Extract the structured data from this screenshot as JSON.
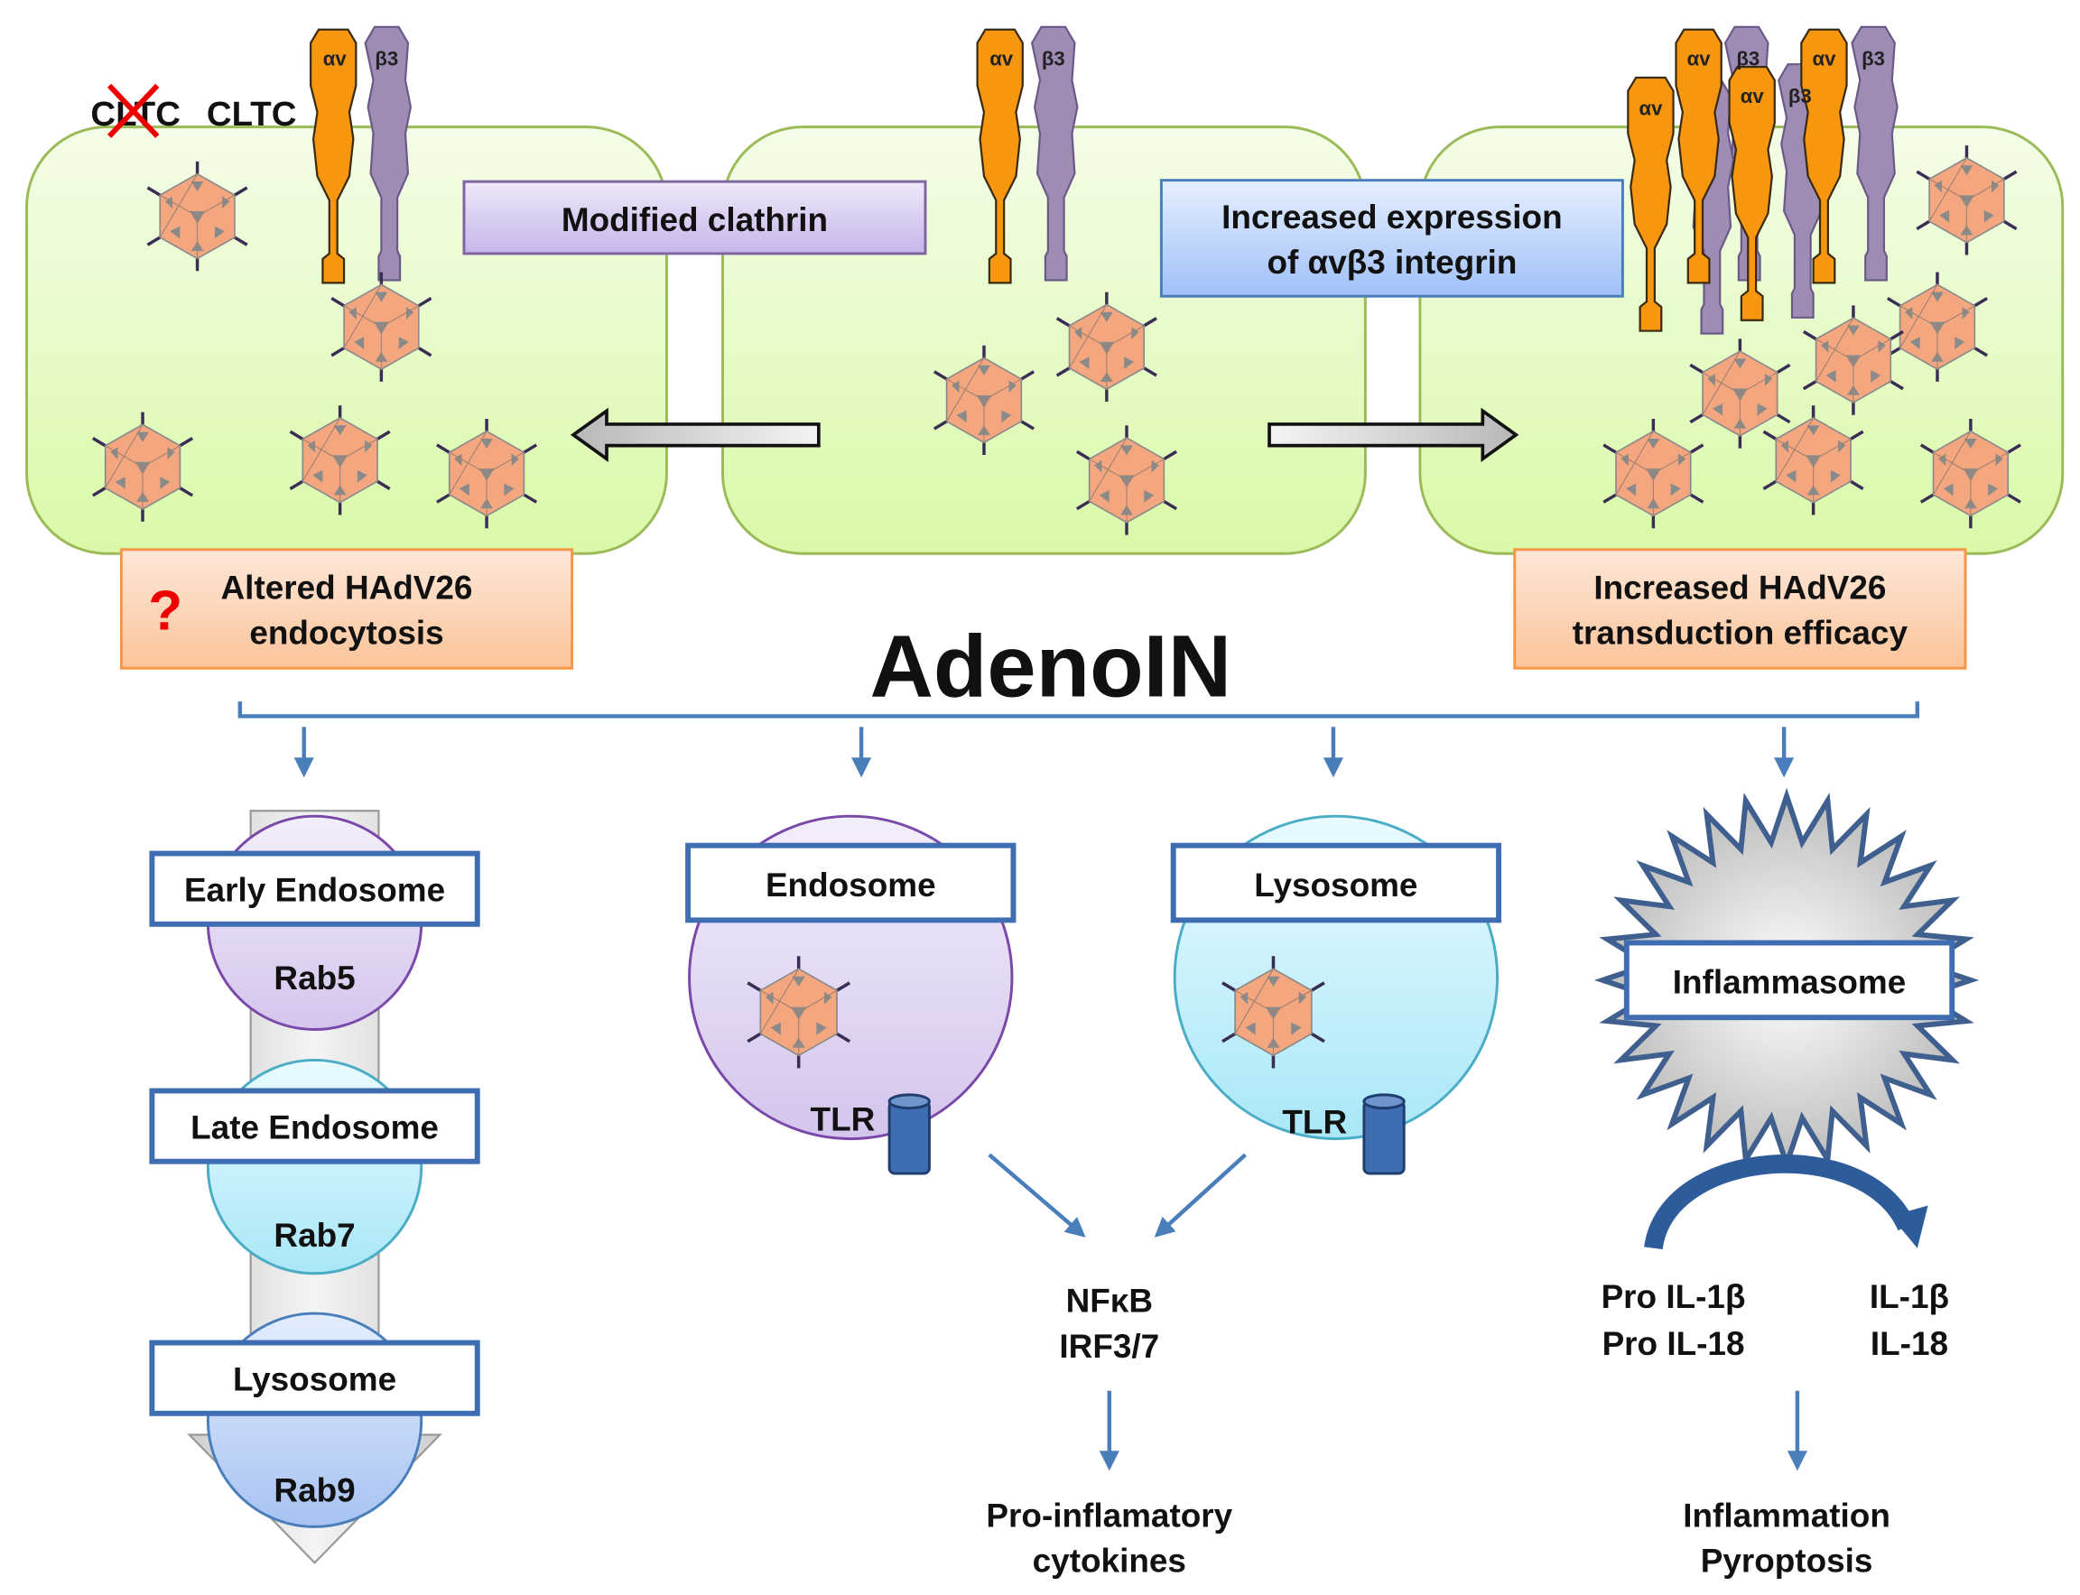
{
  "top": {
    "cltc_crossed": "CLTC",
    "cltc": "CLTC",
    "integrin_alpha": "αv",
    "integrin_beta": "β3",
    "modified_clathrin": "Modified clathrin",
    "increased_expression": [
      "Increased expression",
      "of αvβ3 integrin"
    ],
    "altered_box": [
      "Altered HAdV26",
      "endocytosis"
    ],
    "question_mark": "?",
    "increased_box": [
      "Increased HAdV26",
      "transduction efficacy"
    ]
  },
  "title": "AdenoIN",
  "pathway": {
    "early_endosome": "Early Endosome",
    "rab5": "Rab5",
    "late_endosome": "Late Endosome",
    "rab7": "Rab7",
    "lysosome_left": "Lysosome",
    "rab9": "Rab9",
    "endosome": "Endosome",
    "lysosome": "Lysosome",
    "tlr": "TLR",
    "nfkb": "NFκB",
    "irf": "IRF3/7",
    "cytokines": [
      "Pro-inflamatory",
      "cytokines"
    ],
    "inflammasome": "Inflammasome",
    "pro_il1b": "Pro IL-1β",
    "pro_il18": "Pro IL-18",
    "il1b": "IL-1β",
    "il18": "IL-18",
    "outcome": [
      "Inflammation",
      "Pyroptosis"
    ]
  },
  "colors": {
    "cell_fill": "#e4f9c6",
    "cell_stroke": "#9bbb59",
    "virus": "#f4a77f",
    "integrin_alpha": "#f7960f",
    "integrin_beta": "#9e8cb5",
    "arrow_blue": "#4a7ebb",
    "box_border": "#3f6db2"
  }
}
